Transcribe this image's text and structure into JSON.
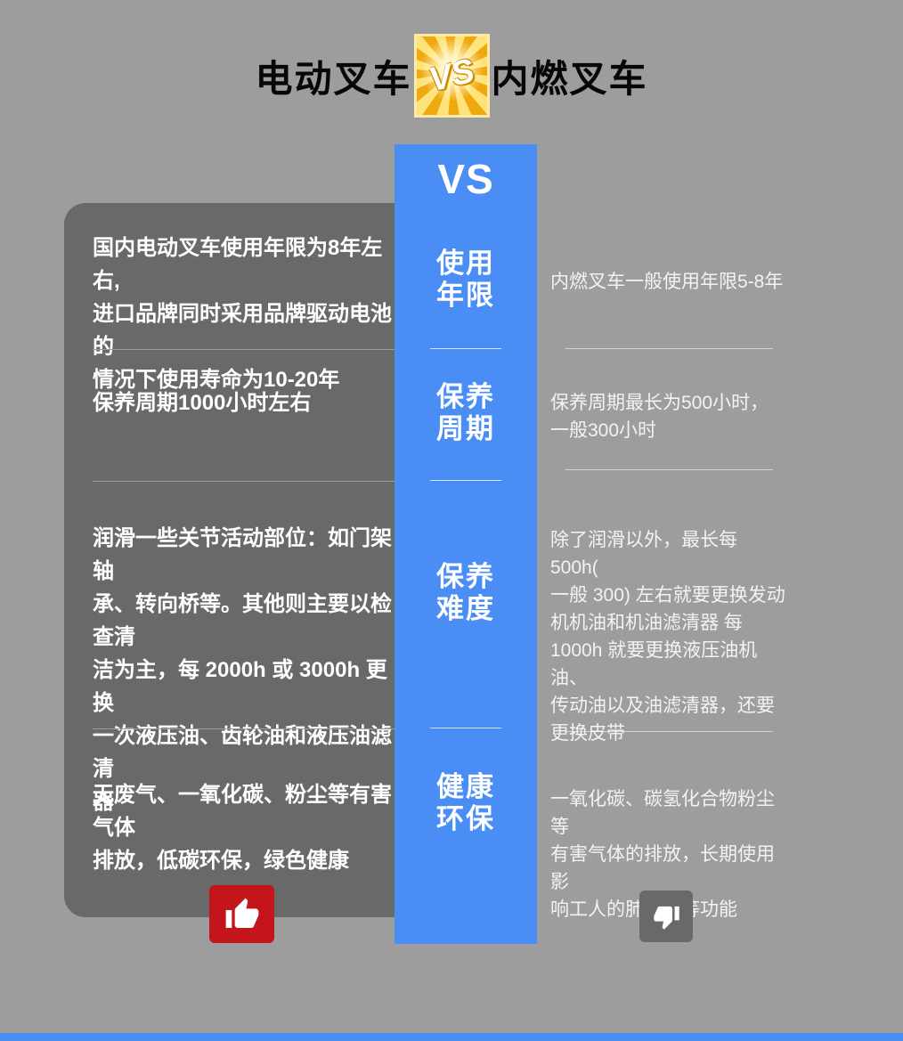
{
  "header": {
    "title_left": "电动叉车",
    "badge_label": "VS",
    "title_right": "内燃叉车"
  },
  "comparison": {
    "column_header": "VS",
    "rows": [
      {
        "category": "使用\n年限",
        "left": "国内电动叉车使用年限为8年左右,\n进口品牌同时采用品牌驱动电池的\n情况下使用寿命为10-20年",
        "right": "内燃叉车一般使用年限5-8年"
      },
      {
        "category": "保养\n周期",
        "left": "保养周期1000小时左右",
        "right": "保养周期最长为500小时，\n一般300小时"
      },
      {
        "category": "保养\n难度",
        "left": "润滑一些关节活动部位：如门架轴\n承、转向桥等。其他则主要以检查清\n洁为主，每 2000h 或 3000h 更换\n一次液压油、齿轮油和液压油滤清\n器",
        "right": "除了润滑以外，最长每 500h(\n一般 300) 左右就要更换发动\n机机油和机油滤清器 每\n1000h 就要更换液压油机油、\n传动油以及油滤清器，还要\n更换皮带"
      },
      {
        "category": "健康\n环保",
        "left": "无废气、一氧化碳、粉尘等有害气体\n排放，低碳环保，绿色健康",
        "right": "一氧化碳、碳氢化合物粉尘等\n有害气体的排放，长期使用影\n响工人的肺、肾等功能"
      }
    ]
  },
  "verdict": {
    "left_icon": "thumbs-up",
    "right_icon": "thumbs-down"
  },
  "colors": {
    "background": "#9d9d9d",
    "panel_gray": "#696969",
    "accent_blue": "#4a8ef5",
    "approve_red": "#c3151b",
    "badge_gold": "#efa90f"
  }
}
